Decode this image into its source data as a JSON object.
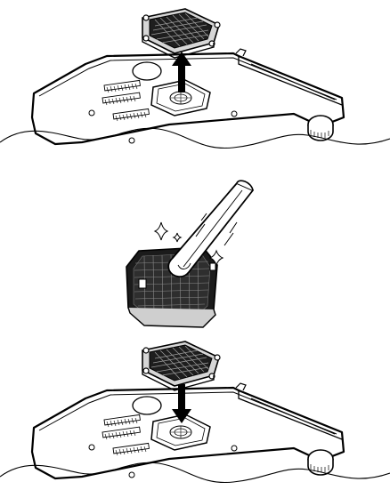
{
  "figure": {
    "steps": [
      {
        "action": "remove-filter",
        "arrow_direction": "up"
      },
      {
        "action": "clean-filter-with-brush"
      },
      {
        "action": "install-filter",
        "arrow_direction": "down"
      }
    ],
    "colors": {
      "line": "#000000",
      "fill": "#ffffff",
      "filter_frame": "#c9c9c9",
      "mesh": "#2b2b2b",
      "filter_body_dark": "#1b1b1b"
    }
  }
}
